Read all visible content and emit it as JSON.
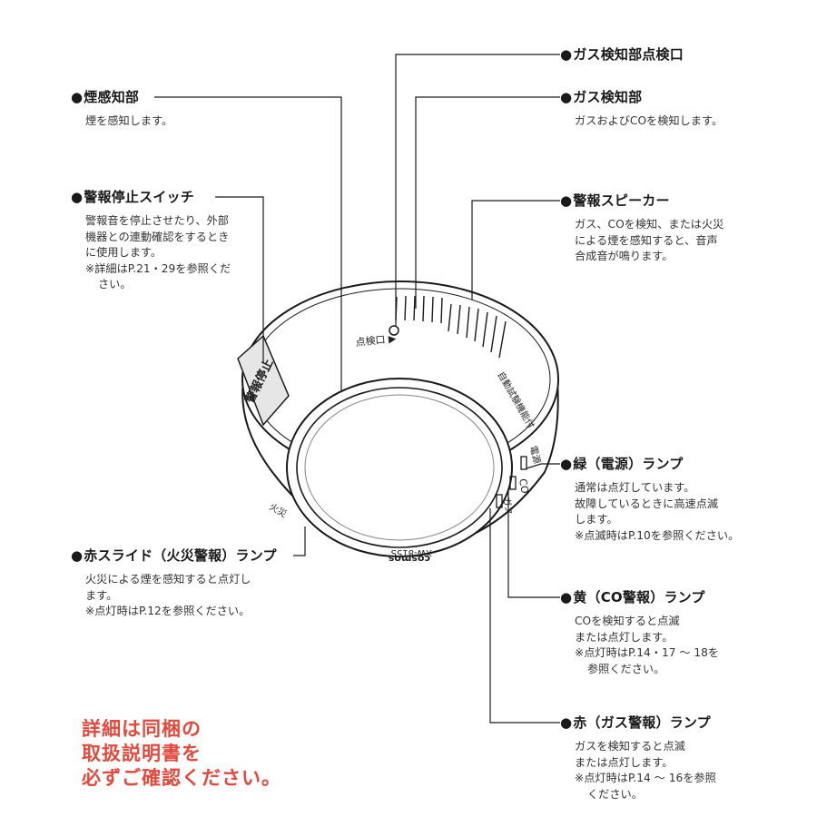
{
  "labels": {
    "smoke_sensor": {
      "title": "煙感知部",
      "lines": [
        "煙を感知します。"
      ]
    },
    "alarm_stop_switch": {
      "title": "警報停止スイッチ",
      "lines": [
        "警報音を停止させたり、外部",
        "機器との連動確認をするとき",
        "に使用します。",
        "※詳細はP.21・29を参照くだ",
        "さい。"
      ]
    },
    "red_slide_lamp": {
      "title": "赤スライド（火災警報）ランプ",
      "lines": [
        "火災による煙を感知すると点灯し",
        "ます。",
        "※点灯時はP.12を参照ください。"
      ]
    },
    "gas_check_port": {
      "title": "ガス検知部点検口",
      "lines": []
    },
    "gas_sensor": {
      "title": "ガス検知部",
      "lines": [
        "ガスおよびCOを検知します。"
      ]
    },
    "alarm_speaker": {
      "title": "警報スピーカー",
      "lines": [
        "ガス、COを検知、または火災",
        "による煙を感知すると、音声",
        "合成音が鳴ります。"
      ]
    },
    "green_power_lamp": {
      "title": "緑（電源）ランプ",
      "lines": [
        "通常は点灯しています。",
        "故障しているときに高速点滅",
        "します。",
        "※点滅時はP.10を参照ください。"
      ]
    },
    "yellow_co_lamp": {
      "title": "黄（CO警報）ランプ",
      "lines": [
        "COを検知すると点滅",
        "または点灯します。",
        "※点灯時はP.14・17 〜 18を",
        "参照ください。"
      ]
    },
    "red_gas_lamp": {
      "title": "赤（ガス警報）ランプ",
      "lines": [
        "ガスを検知すると点滅",
        "または点灯します。",
        "※点灯時はP.14 〜 16を参照",
        "ください。"
      ]
    }
  },
  "notice": {
    "lines": [
      "詳細は同梱の",
      "取扱説明書を",
      "必ずご確認ください。"
    ],
    "color": "#e5483c"
  },
  "device": {
    "check_port_label": "点検口 ▶",
    "stop_switch_label": "警報停止",
    "self_test_label": "自動試験機能付",
    "power_label": "電源",
    "co_label": "CO",
    "gas_label": "ガス",
    "fire_label": "火災",
    "model_label": "XW-815S",
    "brand_label": "cosmos"
  }
}
